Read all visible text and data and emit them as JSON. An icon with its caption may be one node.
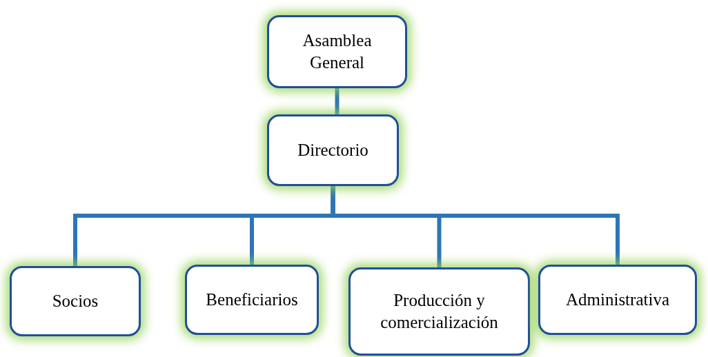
{
  "diagram": {
    "nodes": [
      {
        "text": [
          "Asamblea General"
        ]
      },
      {
        "text": [
          "Directorio"
        ]
      },
      {
        "text": [
          "Socios"
        ]
      },
      {
        "text": [
          "Beneficiarios"
        ]
      },
      {
        "text": [
          "Producción y comercialización"
        ]
      },
      {
        "text": [
          "Administrativa"
        ]
      }
    ],
    "edges": [
      {
        "from": 0,
        "to": 1,
        "arrow": "none"
      },
      {
        "from": 1,
        "to": 2,
        "arrow": "none"
      },
      {
        "from": 1,
        "to": 3,
        "arrow": "none"
      },
      {
        "from": 1,
        "to": 4,
        "arrow": "none"
      },
      {
        "from": 1,
        "to": 5,
        "arrow": "none"
      }
    ]
  }
}
